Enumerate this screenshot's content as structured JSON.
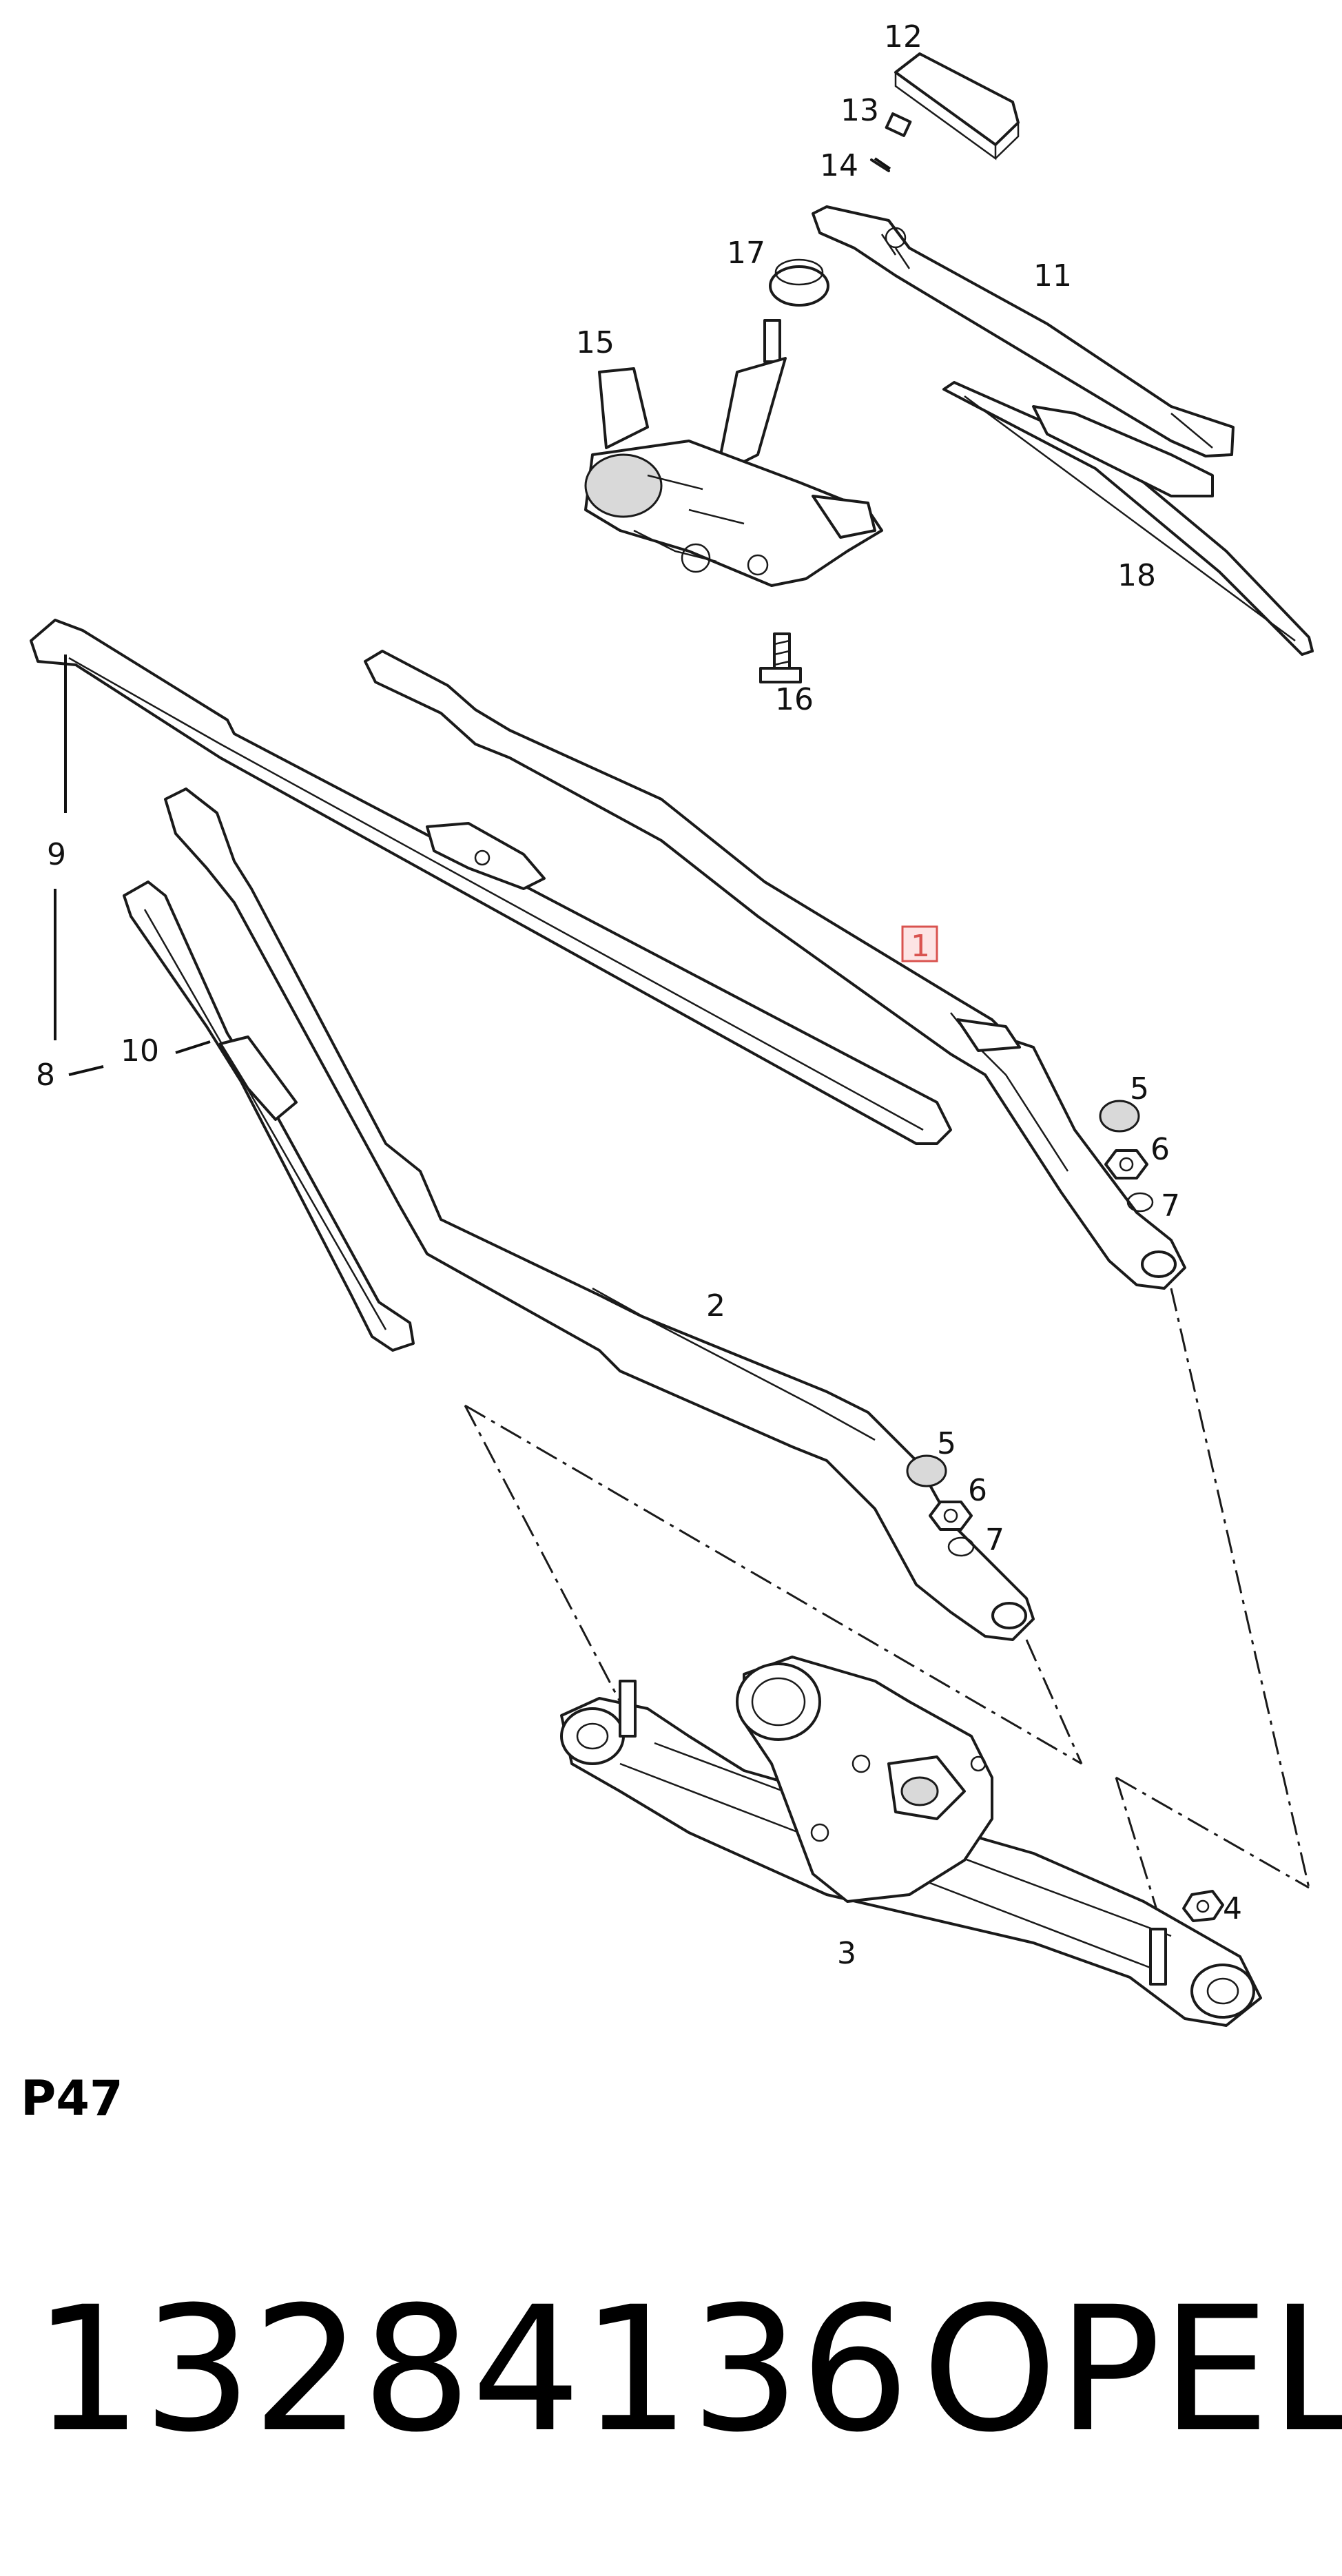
{
  "callouts": {
    "c1": "1",
    "c2": "2",
    "c3": "3",
    "c4": "4",
    "c5a": "5",
    "c6a": "6",
    "c7a": "7",
    "c5b": "5",
    "c6b": "6",
    "c7b": "7",
    "c8": "8",
    "c9": "9",
    "c10": "10",
    "c11": "11",
    "c12": "12",
    "c13": "13",
    "c14": "14",
    "c15": "15",
    "c16": "16",
    "c17": "17",
    "c18": "18"
  },
  "highlighted_callout": "1",
  "highlight_color": "#d9534f",
  "page_code": "P47",
  "footer": {
    "part_number": "13284136",
    "brand": "OPEL"
  }
}
